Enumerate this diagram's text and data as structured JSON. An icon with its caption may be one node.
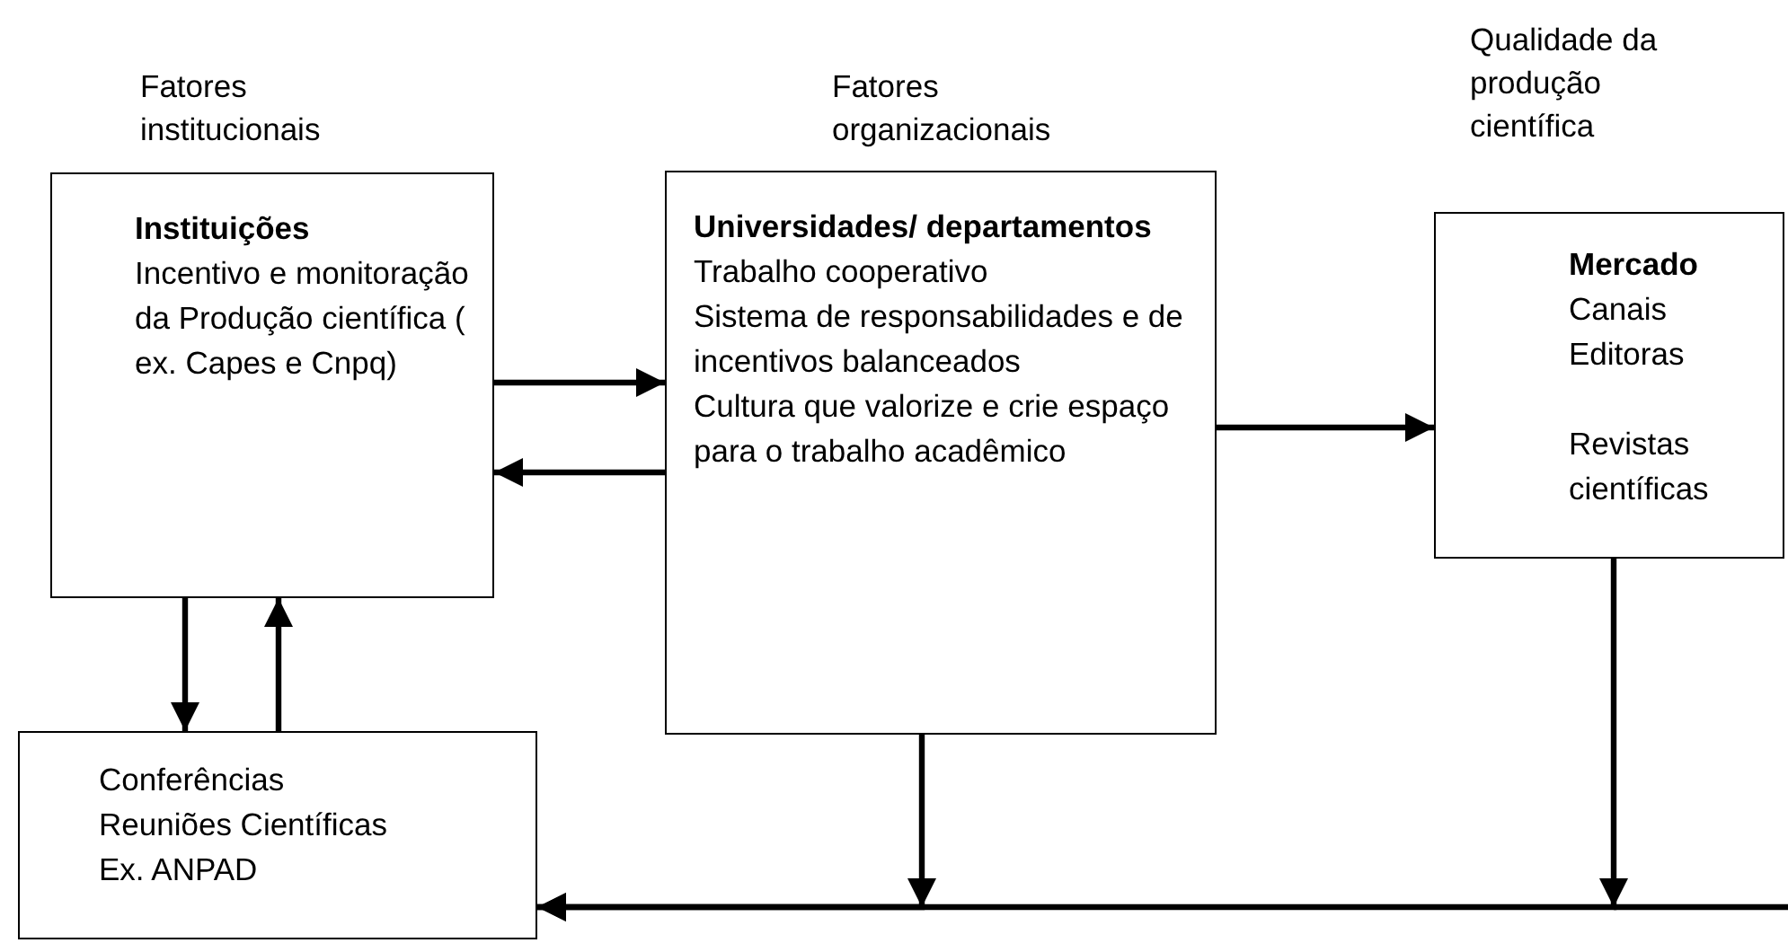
{
  "diagram": {
    "nodes": [
      {
        "text": [
          "Instituições",
          "Incentivo e monitoração da Produção científica ( ex. Capes e Cnpq)"
        ],
        "beside": [
          "Fatores institucionais"
        ]
      },
      {
        "text": [
          "Universidades/ departamentos",
          "Trabalho cooperativo",
          "Sistema de responsabilidades e de incentivos balanceados",
          "Cultura que valorize e crie espaço para o trabalho acadêmico"
        ],
        "beside": [
          "Fatores organizacionais"
        ]
      },
      {
        "text": [
          "Mercado",
          "Canais",
          "Editoras",
          "Revistas científicas"
        ],
        "beside": [
          "Qualidade da produção científica"
        ]
      },
      {
        "text": [
          "Conferências",
          "Reuniões Científicas",
          "Ex. ANPAD"
        ]
      }
    ],
    "edges": [
      {
        "from": 0,
        "to": 1,
        "arrow": "to"
      },
      {
        "from": 1,
        "to": 0,
        "arrow": "to"
      },
      {
        "from": 1,
        "to": 2,
        "arrow": "to"
      },
      {
        "from": 0,
        "to": 3,
        "arrow": "to"
      },
      {
        "from": 3,
        "to": 0,
        "arrow": "to"
      },
      {
        "from": 1,
        "to": 3,
        "arrow": "to"
      },
      {
        "from": 2,
        "to": 3,
        "arrow": "to"
      }
    ]
  }
}
